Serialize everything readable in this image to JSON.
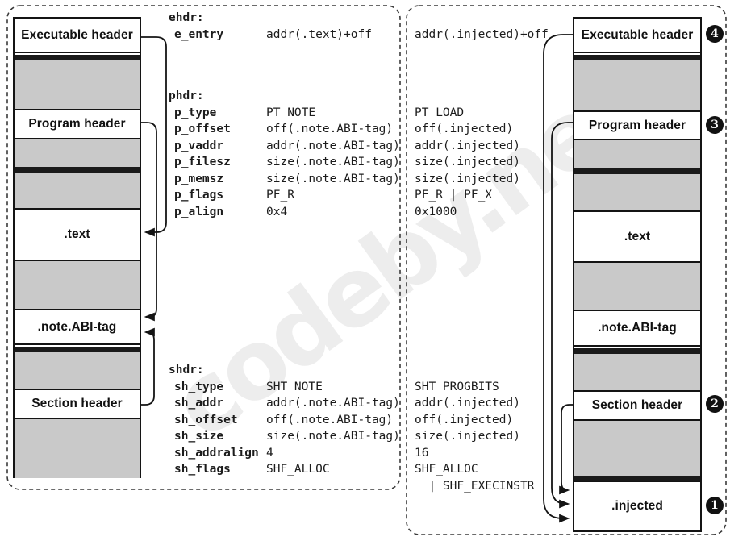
{
  "watermark": {
    "text": "codeby.net",
    "color": "#ededed"
  },
  "memory": {
    "left": {
      "executable_header": "Executable header",
      "program_header": "Program header",
      "text_section": ".text",
      "note_section": ".note.ABI-tag",
      "section_header": "Section header"
    },
    "right": {
      "executable_header": "Executable header",
      "program_header": "Program header",
      "text_section": ".text",
      "note_section": ".note.ABI-tag",
      "section_header": "Section header",
      "injected_section": ".injected"
    }
  },
  "badges": {
    "executable_header": "4",
    "program_header": "3",
    "section_header": "2",
    "injected": "1"
  },
  "fields": {
    "ehdr": {
      "heading": "ehdr:",
      "rows": [
        {
          "name": "e_entry",
          "old": "addr(.text)+off",
          "new": "addr(.injected)+off"
        }
      ]
    },
    "phdr": {
      "heading": "phdr:",
      "rows": [
        {
          "name": "p_type",
          "old": "PT_NOTE",
          "new": "PT_LOAD"
        },
        {
          "name": "p_offset",
          "old": "off(.note.ABI-tag)",
          "new": "off(.injected)"
        },
        {
          "name": "p_vaddr",
          "old": "addr(.note.ABI-tag)",
          "new": "addr(.injected)"
        },
        {
          "name": "p_filesz",
          "old": "size(.note.ABI-tag)",
          "new": "size(.injected)"
        },
        {
          "name": "p_memsz",
          "old": "size(.note.ABI-tag)",
          "new": "size(.injected)"
        },
        {
          "name": "p_flags",
          "old": "PF_R",
          "new": "PF_R | PF_X"
        },
        {
          "name": "p_align",
          "old": "0x4",
          "new": "0x1000"
        }
      ]
    },
    "shdr": {
      "heading": "shdr:",
      "rows": [
        {
          "name": "sh_type",
          "old": "SHT_NOTE",
          "new": "SHT_PROGBITS"
        },
        {
          "name": "sh_addr",
          "old": "addr(.note.ABI-tag)",
          "new": "addr(.injected)"
        },
        {
          "name": "sh_offset",
          "old": "off(.note.ABI-tag)",
          "new": "off(.injected)"
        },
        {
          "name": "sh_size",
          "old": "size(.note.ABI-tag)",
          "new": "size(.injected)"
        },
        {
          "name": "sh_addralign",
          "old": "4",
          "new": "16"
        },
        {
          "name": "sh_flags",
          "old": "SHF_ALLOC",
          "new": "SHF_ALLOC"
        },
        {
          "name": "",
          "old": "",
          "new": "  | SHF_EXECINSTR"
        }
      ]
    }
  },
  "colors": {
    "gray_fill": "#c9c9c9",
    "black_band": "#1a1a1a",
    "line": "#141414"
  }
}
